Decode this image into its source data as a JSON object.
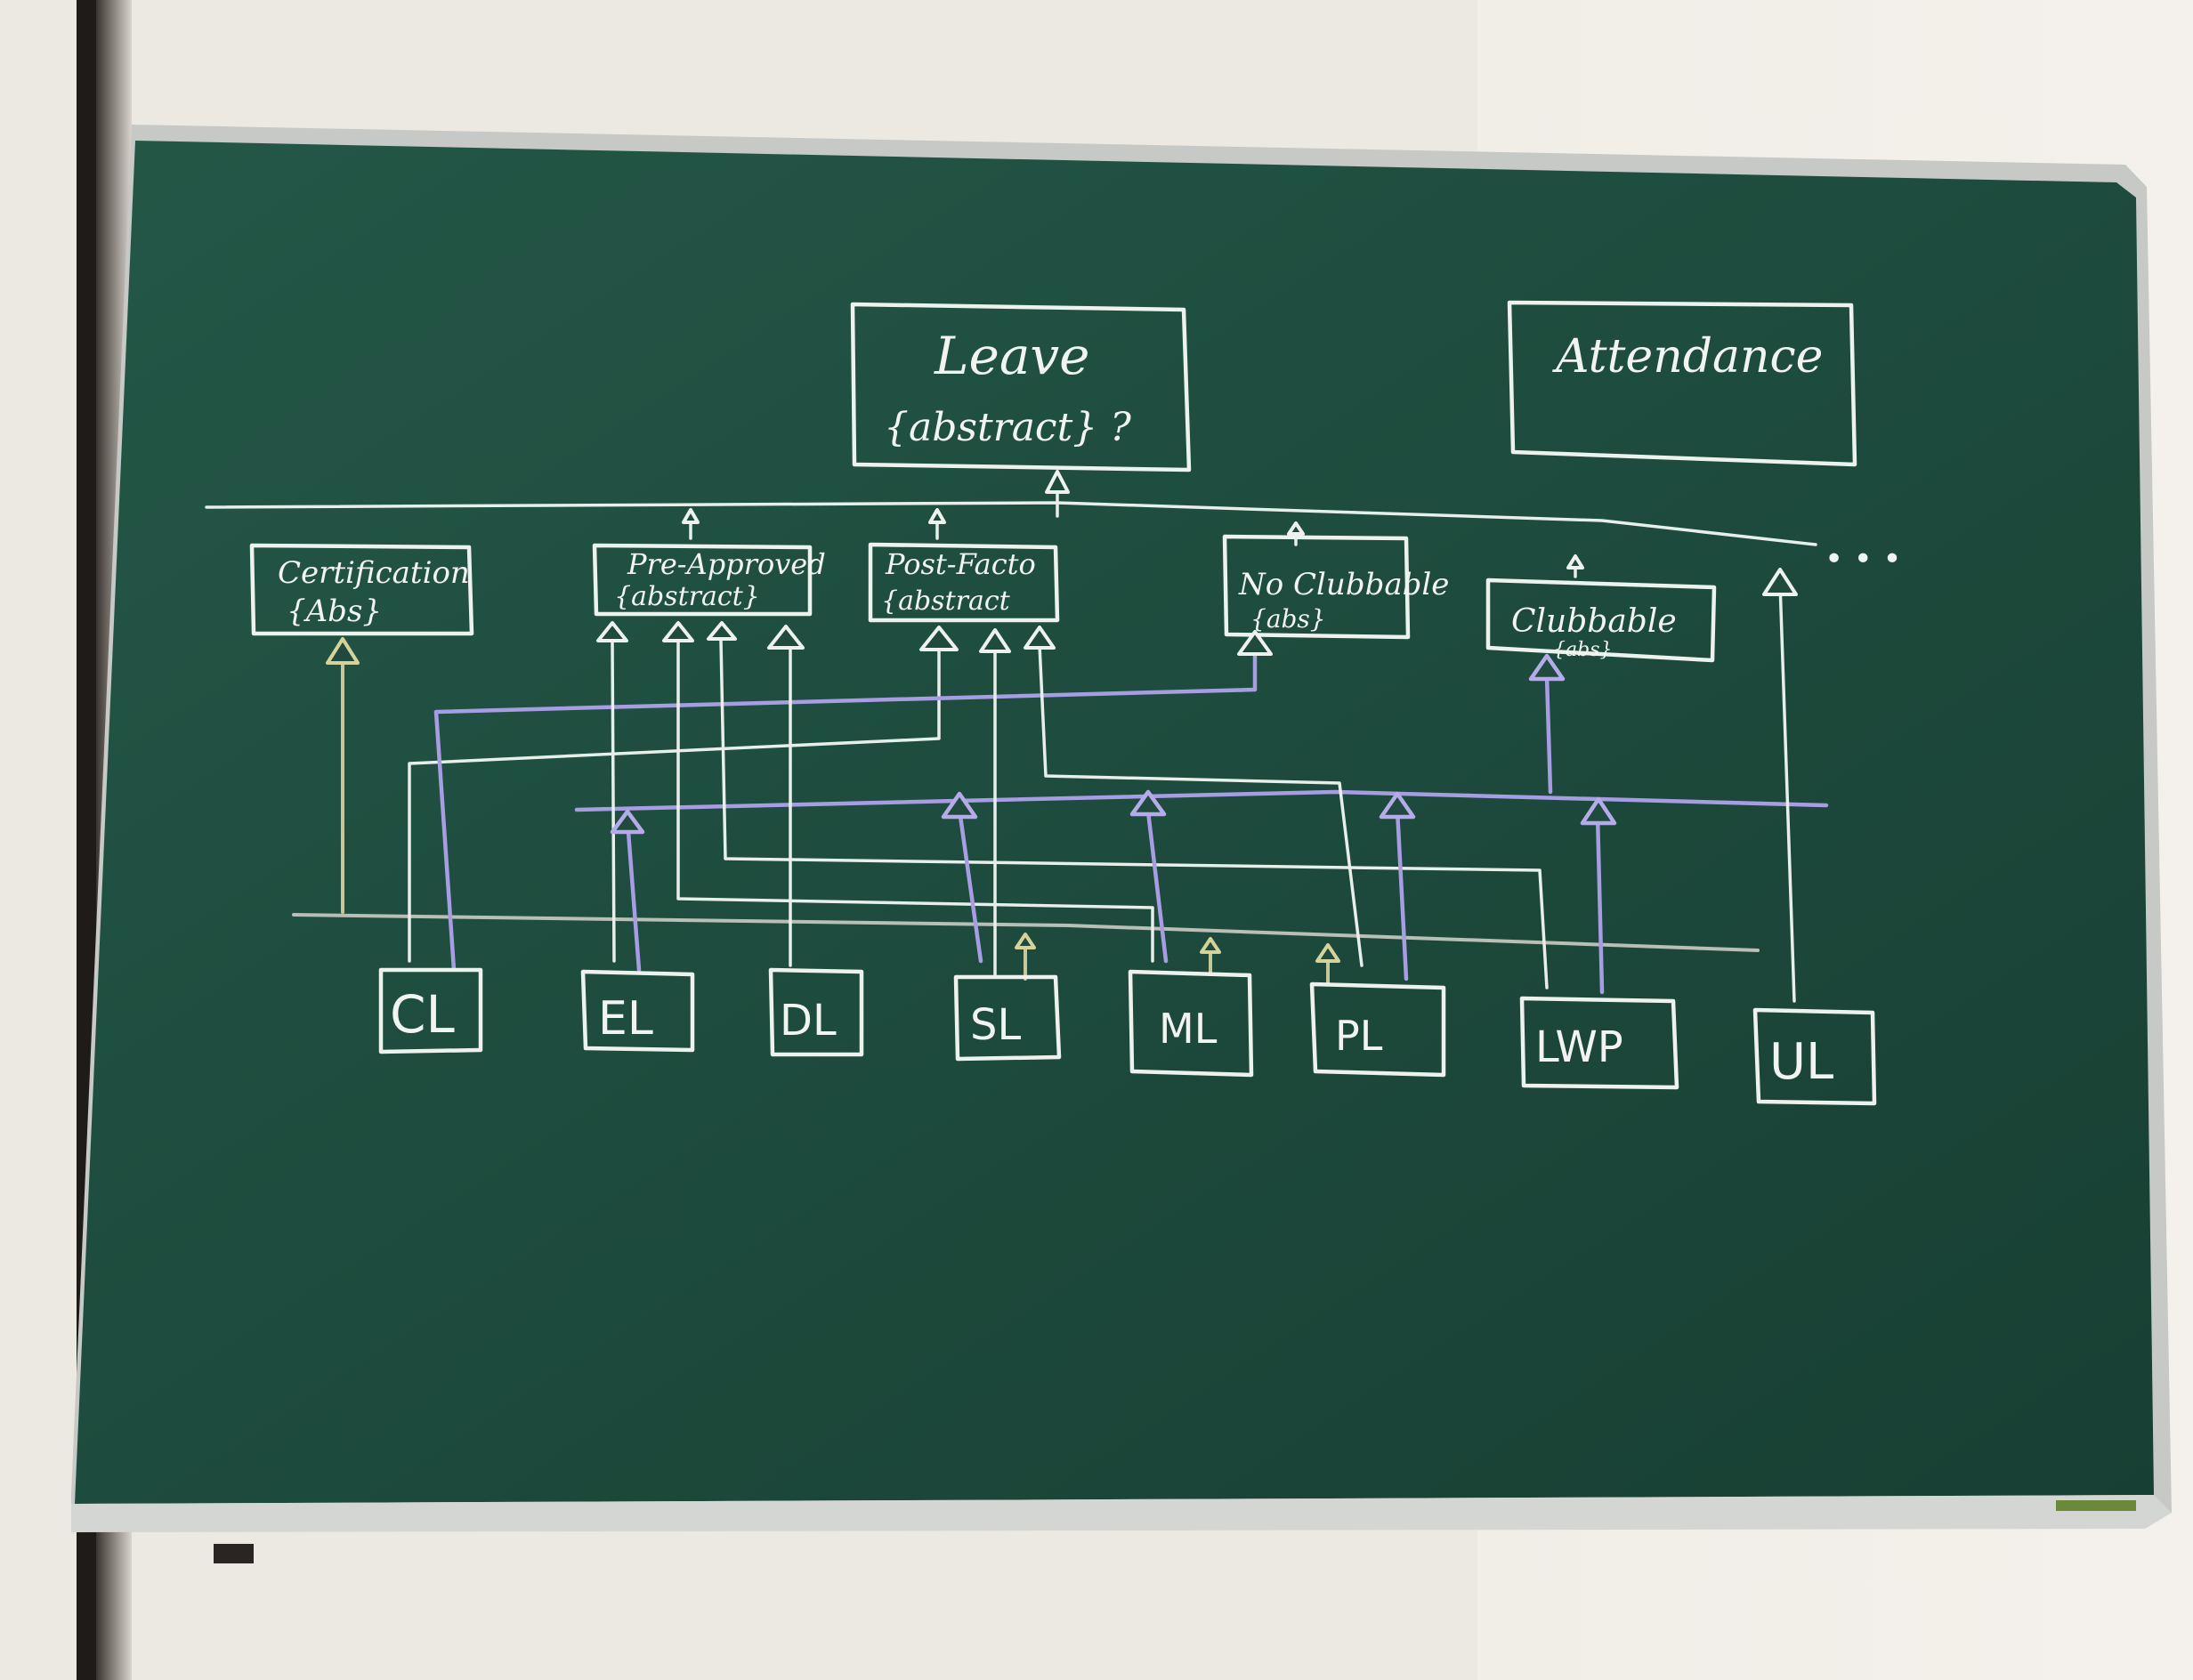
{
  "diagram": {
    "top_classes": [
      {
        "id": "leave",
        "name": "Leave",
        "stereotype": "{abstract} ?"
      },
      {
        "id": "attendance",
        "name": "Attendance",
        "stereotype": ""
      }
    ],
    "mid_classes": [
      {
        "id": "certification",
        "name": "Certification",
        "stereotype": "{Abs}"
      },
      {
        "id": "pre-approved",
        "name": "Pre-Approved",
        "stereotype": "{abstract}"
      },
      {
        "id": "post-facto",
        "name": "Post-Facto",
        "stereotype": "{abstract"
      },
      {
        "id": "no-clubbable",
        "name": "No Clubbable",
        "stereotype": "{abs}"
      },
      {
        "id": "clubbable",
        "name": "Clubbable",
        "stereotype": "{abs}"
      }
    ],
    "leaf_classes": [
      "CL",
      "EL",
      "DL",
      "SL",
      "ML",
      "PL",
      "LWP",
      "UL"
    ],
    "continuation": "• • •"
  },
  "colors": {
    "board": "#1d4a3c",
    "chalk_white": "#eef2ee",
    "chalk_purple": "#a79de2",
    "chalk_grey": "#b9bfb7",
    "chalk_yellow": "#d6d39a",
    "frame": "#c9ccc9"
  }
}
